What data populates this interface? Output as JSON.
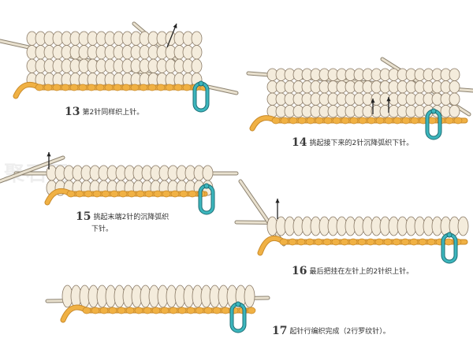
{
  "colors": {
    "yarn_cream": "#f4ecdc",
    "yarn_outline": "#8a7a66",
    "yarn_orange": "#f0b144",
    "orange_outline": "#c98a2a",
    "needle": "#e9e1cf",
    "needle_outline": "#8c8270",
    "marker": "#3cb6bd",
    "marker_outline": "#1e6e75",
    "arrow": "#222222"
  },
  "watermark": "聚石网",
  "steps": [
    {
      "number": "13",
      "text": "第2针同样织上针。"
    },
    {
      "number": "14",
      "text": "挑起接下来的2针沉降弧织下针。"
    },
    {
      "number": "15",
      "text": "挑起末端2针的沉降弧织",
      "text2": "下针。"
    },
    {
      "number": "16",
      "text": "最后把挂在左针上的2针织上针。"
    },
    {
      "number": "17",
      "text": "起针行编织完成（2行罗纹针）。"
    }
  ]
}
